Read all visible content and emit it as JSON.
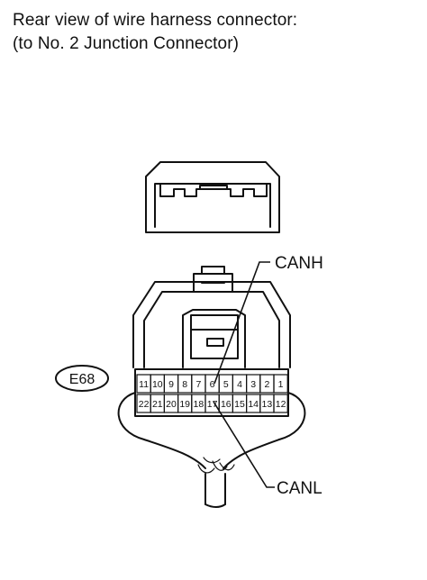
{
  "title": {
    "line1": "Rear view of wire harness connector:",
    "line2": "(to No. 2 Junction Connector)"
  },
  "connector": {
    "code": "E68",
    "pins_top": [
      "11",
      "10",
      "9",
      "8",
      "7",
      "6",
      "5",
      "4",
      "3",
      "2",
      "1"
    ],
    "pins_bottom": [
      "22",
      "21",
      "20",
      "19",
      "18",
      "17",
      "16",
      "15",
      "14",
      "13",
      "12"
    ]
  },
  "callouts": {
    "canh": {
      "label": "CANH",
      "pin": "6"
    },
    "canl": {
      "label": "CANL",
      "pin": "17"
    }
  }
}
